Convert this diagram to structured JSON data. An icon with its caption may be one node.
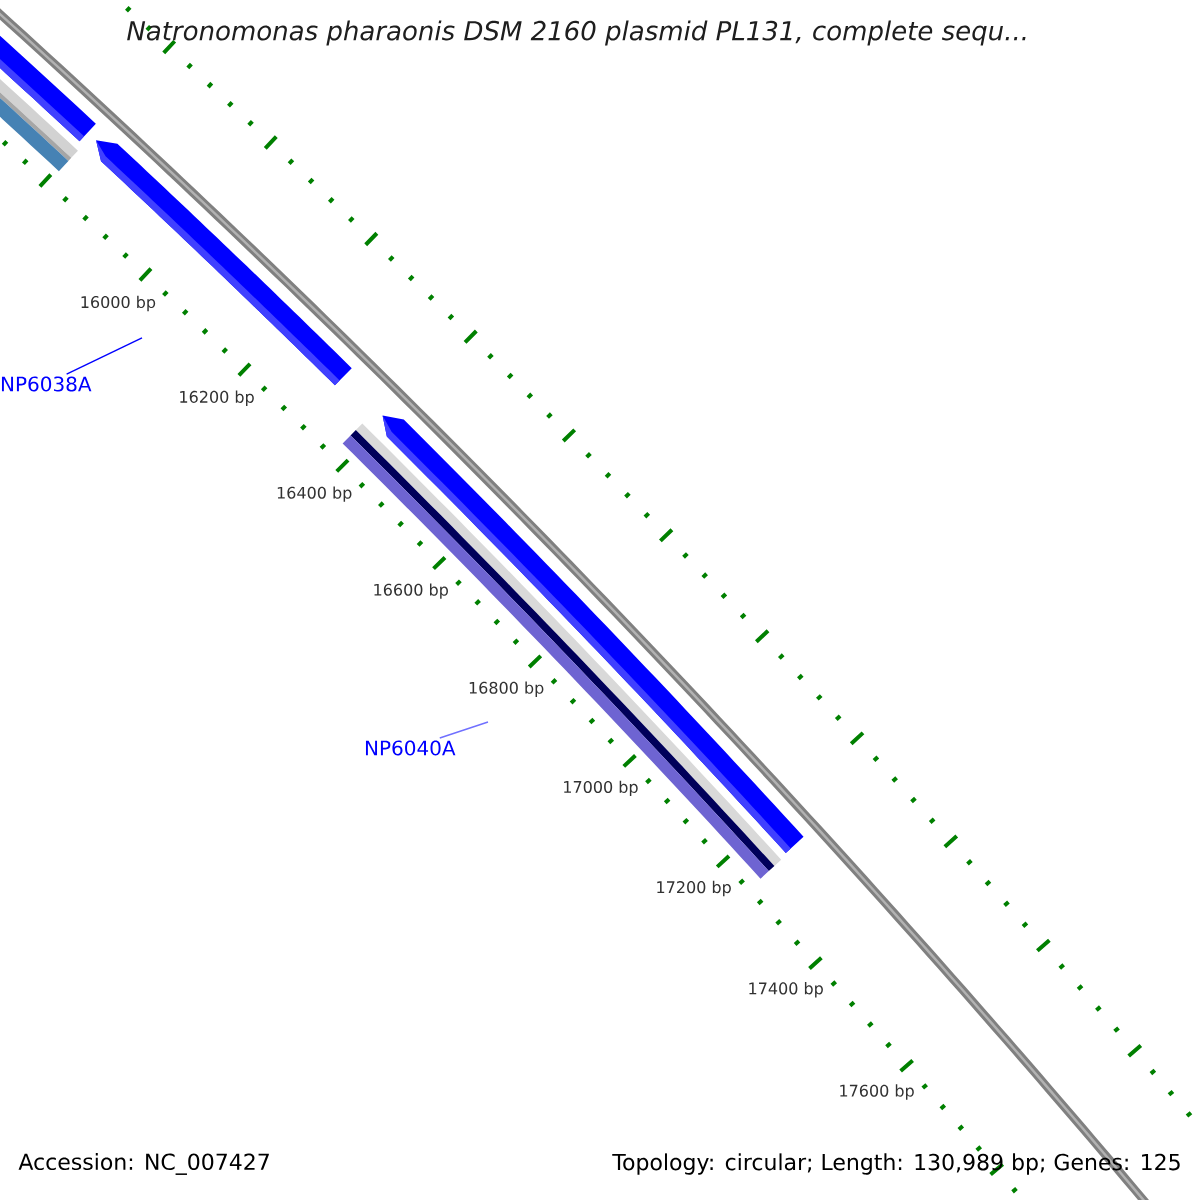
{
  "diagram": {
    "title": "Natronomonas pharaonis DSM 2160 plasmid PL131, complete sequ...",
    "nodes": [
      {
        "text": [
          "NP6038A"
        ]
      },
      {
        "text": [
          "NP6040A"
        ]
      }
    ],
    "edges": [
      {
        "from": 0,
        "to": null,
        "arrow": "none"
      },
      {
        "from": 1,
        "to": null,
        "arrow": "none",
        "color": "#7070ff"
      }
    ],
    "labels": [
      "16000 bp",
      "16200 bp",
      "16400 bp",
      "16600 bp",
      "16800 bp",
      "17000 bp",
      "17200 bp",
      "17400 bp",
      "17600 bp",
      "Accession: NC_007427",
      "Topology: circular; Length: 130,989 bp; Genes: 125"
    ]
  }
}
